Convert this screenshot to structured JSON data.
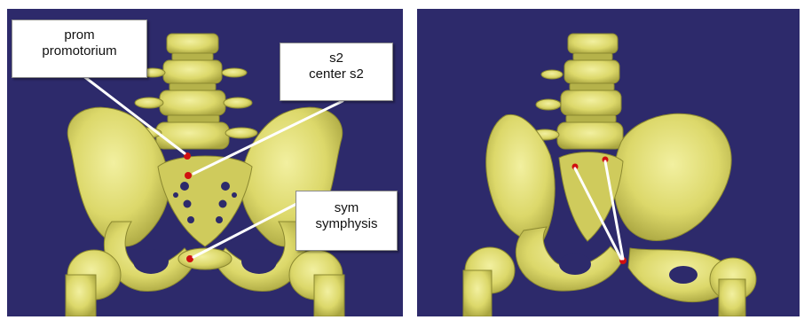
{
  "figure": {
    "background_color": "#2d2a6b",
    "bone_color": "#e6e37a",
    "marker_color": "#d01010",
    "left_panel": {
      "callouts": [
        {
          "key": "prom",
          "line1": "prom",
          "line2": "promotorium"
        },
        {
          "key": "s2",
          "line1": "s2",
          "line2": "center s2"
        },
        {
          "key": "sym",
          "line1": "sym",
          "line2": "symphysis"
        }
      ]
    }
  }
}
